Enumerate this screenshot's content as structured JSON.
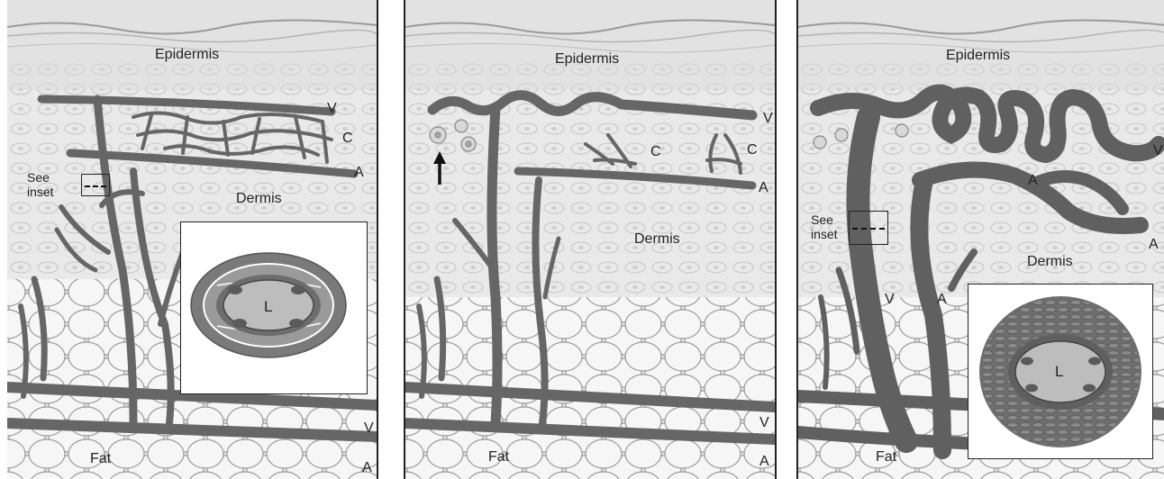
{
  "panels": [
    {
      "labels": {
        "epidermis": "Epidermis",
        "dermis": "Dermis",
        "fat": "Fat",
        "v_top": "V",
        "c_top": "C",
        "a_top": "A",
        "v_bottom": "V",
        "a_bottom": "A",
        "see_inset": "See\ninset",
        "lumen": "L"
      }
    },
    {
      "labels": {
        "epidermis": "Epidermis",
        "dermis": "Dermis",
        "fat": "Fat",
        "v_top": "V",
        "c_left": "C",
        "c_right": "C",
        "a_top": "A",
        "v_bottom": "V",
        "a_bottom": "A"
      }
    },
    {
      "labels": {
        "epidermis": "Epidermis",
        "dermis": "Dermis",
        "fat": "Fat",
        "v_right": "V",
        "a_mid": "A",
        "a_right": "A",
        "v_trunk": "V",
        "a_trunk": "A",
        "see_inset": "See\ninset",
        "lumen": "L"
      }
    }
  ],
  "colors": {
    "vessel": "#6b6b6b",
    "vessel_dark": "#4a4a4a",
    "tissue": "#e9e9e9",
    "fat": "#f4f4f4",
    "lumen": "#bdbdbd"
  }
}
